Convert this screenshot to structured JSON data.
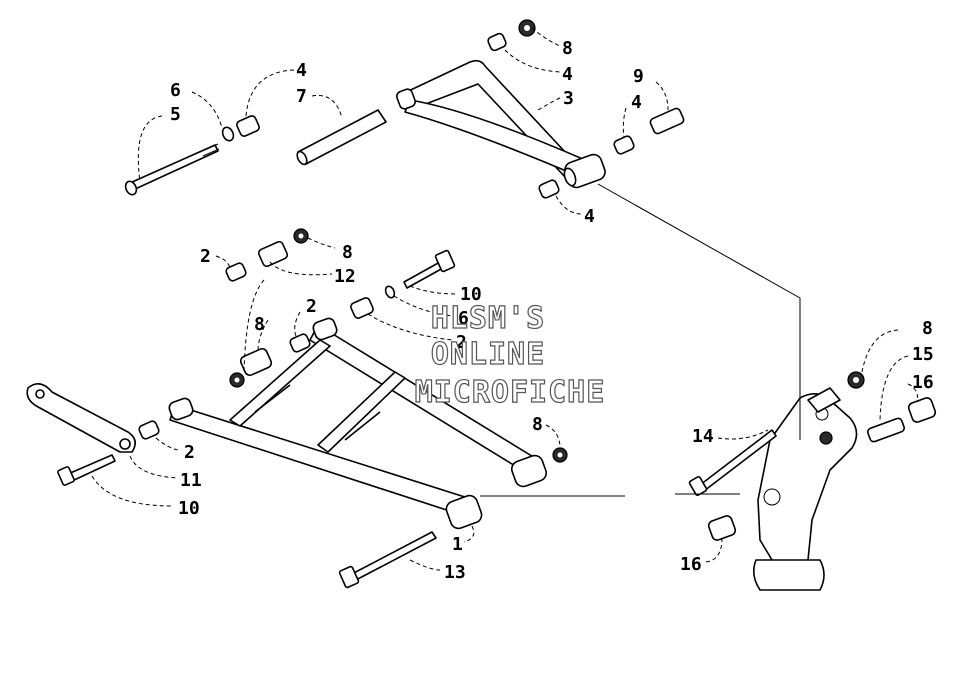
{
  "watermark": {
    "line1": "HLSM'S",
    "line2": "ONLINE",
    "line3": "MICROFICHE"
  },
  "callouts": {
    "c8_top": "8",
    "c4_top": "4",
    "c3": "3",
    "c9": "9",
    "c4_right": "4",
    "c4_bottom": "4",
    "c6_top": "6",
    "c5": "5",
    "c4_left": "4",
    "c7": "7",
    "c2_a": "2",
    "c8_b": "8",
    "c12": "12",
    "c10_top": "10",
    "c6_mid": "6",
    "c2_mid": "2",
    "c8_c": "8",
    "c2_b": "2",
    "c2_c": "2",
    "c11": "11",
    "c10_bottom": "10",
    "c8_d": "8",
    "c1": "1",
    "c13": "13",
    "c8_right": "8",
    "c15": "15",
    "c16_top": "16",
    "c14": "14",
    "c16_bottom": "16"
  }
}
